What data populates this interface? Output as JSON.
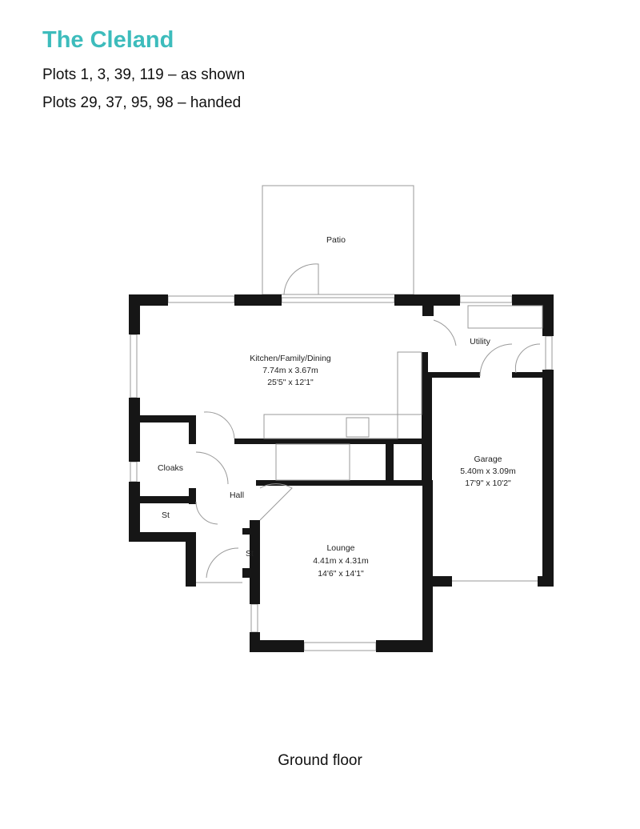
{
  "header": {
    "title": "The Cleland",
    "plots_as_shown": "Plots 1, 3, 39, 119 – as shown",
    "plots_handed": "Plots 29, 37, 95, 98 – handed"
  },
  "colors": {
    "title": "#3dbcbc",
    "walls": "#161616"
  },
  "rooms": {
    "patio": {
      "name": "Patio"
    },
    "kitchen": {
      "name": "Kitchen/Family/Dining",
      "metric": "7.74m x 3.67m",
      "imperial": "25'5\" x 12'1\""
    },
    "utility": {
      "name": "Utility"
    },
    "garage": {
      "name": "Garage",
      "metric": "5.40m x 3.09m",
      "imperial": "17'9\" x 10'2\""
    },
    "cloaks": {
      "name": "Cloaks"
    },
    "hall": {
      "name": "Hall"
    },
    "store1": {
      "name": "St"
    },
    "store2": {
      "name": "St"
    },
    "lounge": {
      "name": "Lounge",
      "metric": "4.41m x 4.31m",
      "imperial": "14'6\" x 14'1\""
    }
  },
  "caption": "Ground floor"
}
